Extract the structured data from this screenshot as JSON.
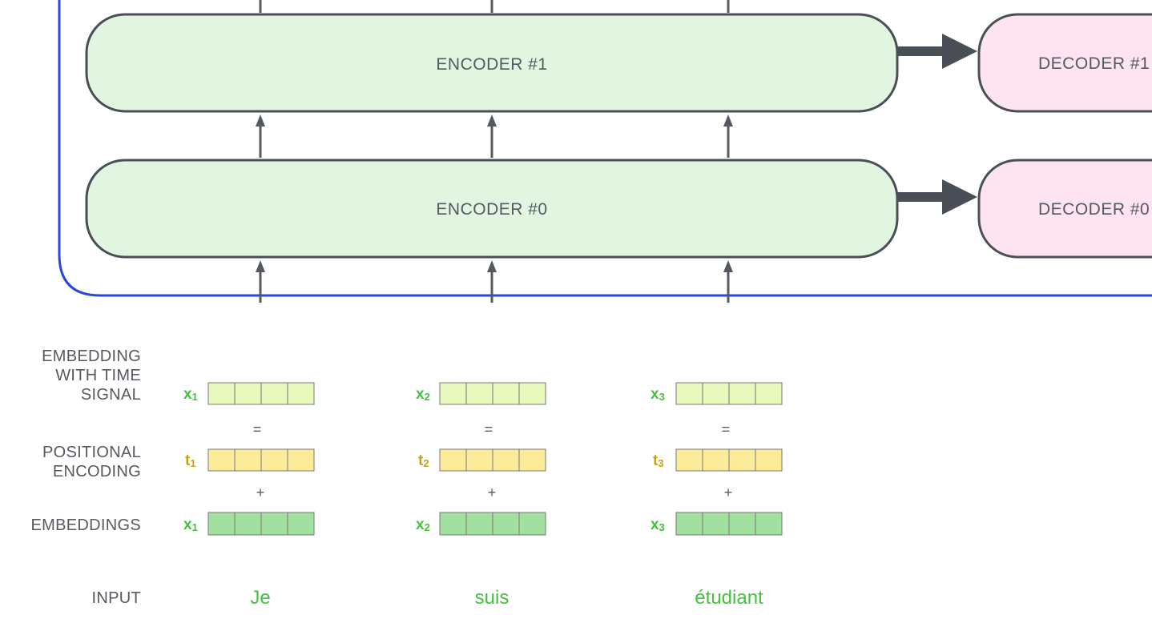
{
  "encoders": [
    {
      "label": "ENCODER #1"
    },
    {
      "label": "ENCODER #0"
    }
  ],
  "decoders": [
    {
      "label": "DECODER #1"
    },
    {
      "label": "DECODER #0"
    }
  ],
  "row_labels": {
    "embedding_with_time_signal": [
      "EMBEDDING",
      "WITH TIME",
      "SIGNAL"
    ],
    "positional_encoding": [
      "POSITIONAL",
      "ENCODING"
    ],
    "embeddings": "EMBEDDINGS",
    "input": "INPUT"
  },
  "operators": {
    "equals": "=",
    "plus": "+"
  },
  "tokens": [
    {
      "word": "Je",
      "x_sym": "x",
      "t_sym": "t",
      "sub": "1"
    },
    {
      "word": "suis",
      "x_sym": "x",
      "t_sym": "t",
      "sub": "2"
    },
    {
      "word": "étudiant",
      "x_sym": "x",
      "t_sym": "t",
      "sub": "3"
    }
  ],
  "colors": {
    "encoder_fill": "#e2f5e1",
    "decoder_fill": "#fde4ef",
    "box_stroke": "#4a4f57",
    "frame_blue": "#2a46e0",
    "time_signal_cell": "#e8f9bd",
    "positional_cell": "#fcec9a",
    "embedding_cell": "#a2e0a0",
    "green_text": "#44c13f",
    "gold_text": "#c9a214",
    "gray_text": "#555a61"
  }
}
